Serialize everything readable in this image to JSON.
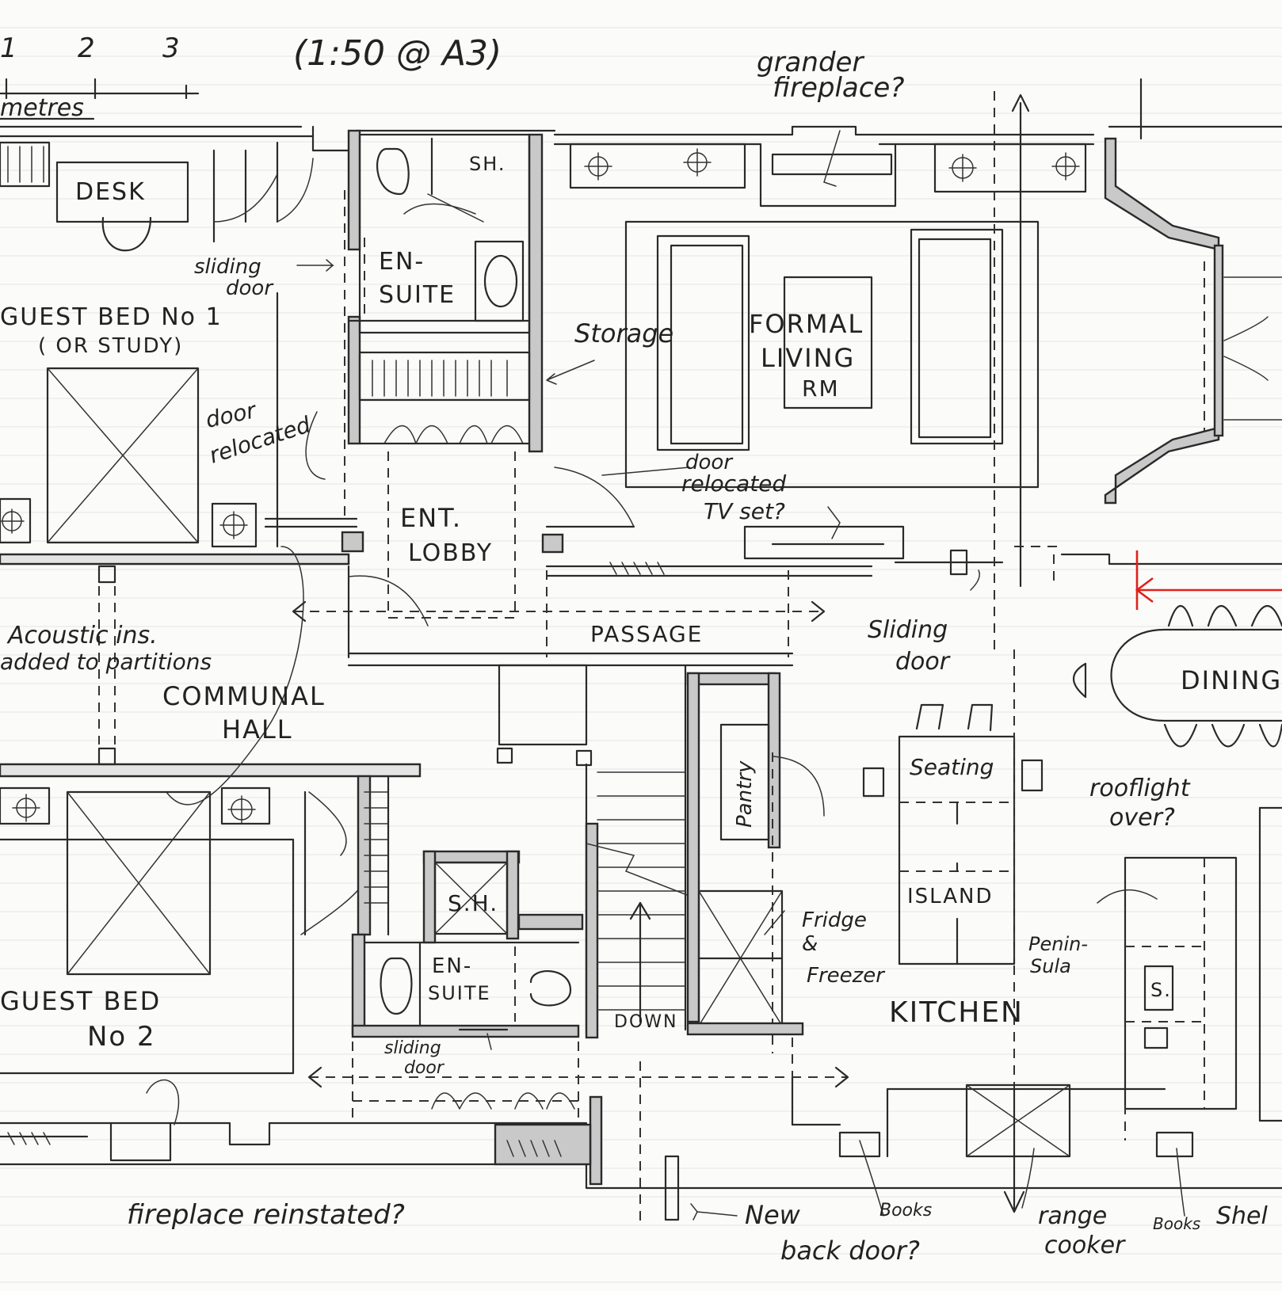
{
  "scale": {
    "ticks": [
      "1",
      "2",
      "3"
    ],
    "unit": "metres",
    "note": "(1:50 @ A3)"
  },
  "rooms": {
    "desk": "DESK",
    "ensuite_top_1": "EN-",
    "ensuite_top_2": "SUITE",
    "sh_top": "SH.",
    "guest1_1": "GUEST BED No 1",
    "guest1_2": "( OR STUDY)",
    "formal_1": "FORMAL",
    "formal_2": "LIVING",
    "formal_3": "RM",
    "ent_1": "ENT.",
    "ent_2": "LOBBY",
    "passage": "PASSAGE",
    "communal_1": "COMMUNAL",
    "communal_2": "HALL",
    "dining": "DINING",
    "pantry": "Pantry",
    "seating": "Seating",
    "island": "ISLAND",
    "kitchen": "KITCHEN",
    "sh_bottom": "S.H.",
    "ensuite_bot_1": "EN-",
    "ensuite_bot_2": "SUITE",
    "guest2_1": "GUEST BED",
    "guest2_2": "No 2",
    "down": "DOWN",
    "s_box": "S."
  },
  "notes": {
    "grander_1": "grander",
    "grander_2": "fireplace?",
    "sliding_top_1": "sliding",
    "sliding_top_2": "door",
    "storage": "Storage",
    "door_reloc_left_1": "door",
    "door_reloc_left_2": "relocated",
    "door_reloc_right_1": "door",
    "door_reloc_right_2": "relocated",
    "tv": "TV set?",
    "sliding_right_1": "Sliding",
    "sliding_right_2": "door",
    "acoustic_1": "Acoustic ins.",
    "acoustic_2": "added to partitions",
    "rooflight_1": "rooflight",
    "rooflight_2": "over?",
    "fridge_1": "Fridge",
    "fridge_2": "&",
    "fridge_3": "Freezer",
    "peninsula_1": "Penin-",
    "peninsula_2": "Sula",
    "sliding_bot_1": "sliding",
    "sliding_bot_2": "door",
    "fireplace_reinstated": "fireplace reinstated?",
    "new_back_door_1": "New",
    "new_back_door_2": "back door?",
    "books_1": "Books",
    "range_1": "range",
    "range_2": "cooker",
    "books_2": "Books",
    "shelves": "Shel"
  },
  "colors": {
    "ink": "#2a2a2a",
    "wall": "#c9c9c9",
    "red": "#e0201b",
    "paper": "#fbfbf9"
  }
}
